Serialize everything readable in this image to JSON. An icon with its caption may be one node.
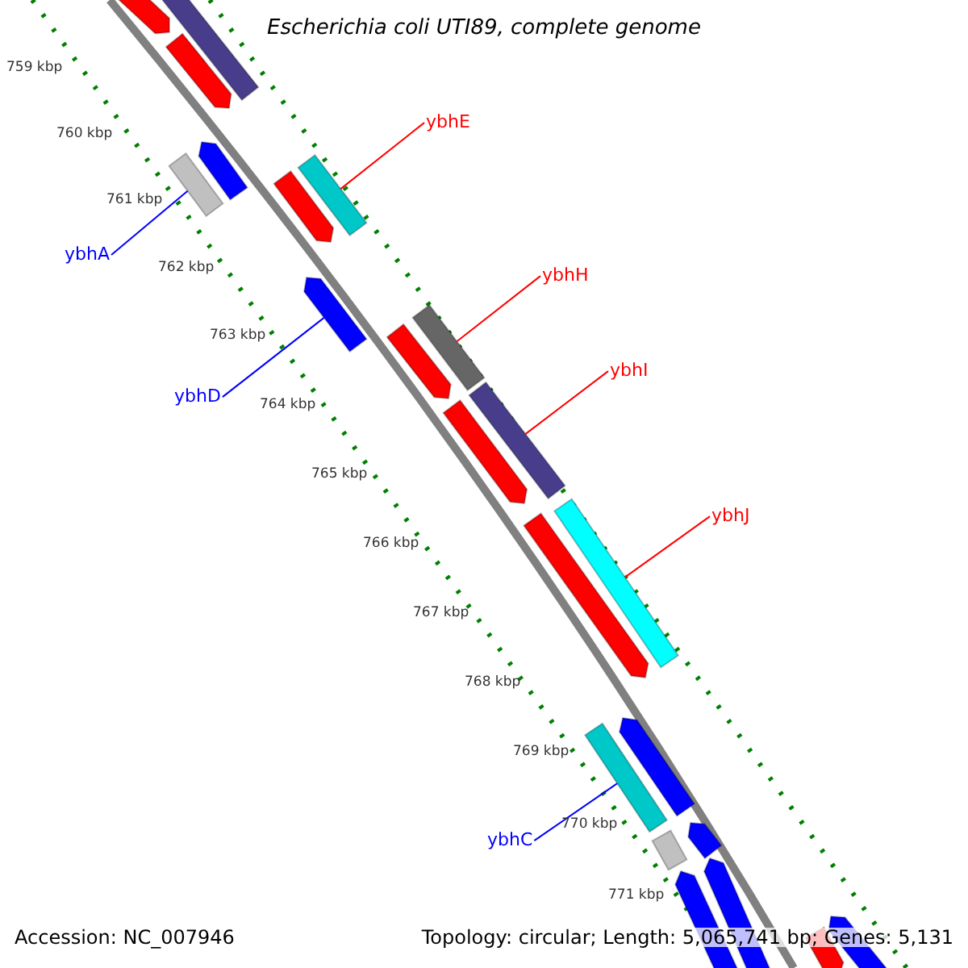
{
  "diagram": {
    "title": "Escherichia coli UTI89, complete genome",
    "nodes": [
      {
        "text": [
          "ybhE"
        ]
      },
      {
        "text": [
          "ybhA"
        ]
      },
      {
        "text": [
          "ybhH"
        ]
      },
      {
        "text": [
          "ybhI"
        ]
      },
      {
        "text": [
          "ybhD"
        ]
      },
      {
        "text": [
          "ybhJ"
        ]
      },
      {
        "text": [
          "ybhC"
        ]
      },
      {
        "text": [],
        "shape": "bar"
      },
      {
        "text": [],
        "shape": "bar"
      },
      {
        "text": [],
        "shape": "bar"
      },
      {
        "text": [],
        "shape": "bar"
      },
      {
        "text": [],
        "shape": "bar"
      },
      {
        "text": [],
        "shape": "bar"
      },
      {
        "text": [],
        "shape": "bar"
      },
      {
        "text": [],
        "shape": "bar"
      },
      {
        "text": [],
        "shape": "bar"
      },
      {
        "text": [],
        "shape": "bar"
      },
      {
        "text": [],
        "shape": "bar"
      },
      {
        "text": [],
        "shape": "bar"
      },
      {
        "text": [],
        "shape": "bar"
      },
      {
        "text": [],
        "shape": "bar"
      },
      {
        "text": [],
        "shape": "bar"
      },
      {
        "text": [],
        "shape": "bar"
      },
      {
        "text": [],
        "shape": "bar"
      },
      {
        "text": [],
        "shape": "bar"
      },
      {
        "text": [],
        "shape": "bar"
      },
      {
        "text": [],
        "shape": "bar"
      },
      {
        "text": [],
        "shape": "bar"
      },
      {
        "text": [],
        "shape": "bar"
      }
    ],
    "edges": [
      {
        "from": 0,
        "to": 12,
        "arrow": "none"
      },
      {
        "from": 1,
        "to": 11,
        "arrow": "none",
        "color": "#0000ff"
      },
      {
        "from": 2,
        "to": 15,
        "arrow": "none"
      },
      {
        "from": 3,
        "to": 17,
        "arrow": "none"
      },
      {
        "from": 4,
        "to": 14,
        "arrow": "none",
        "color": "#0000ff"
      },
      {
        "from": 5,
        "to": 19,
        "arrow": "none"
      },
      {
        "from": 6,
        "to": 22,
        "arrow": "none",
        "color": "#0000ff"
      }
    ],
    "labels": [
      "759 kbp",
      "760 kbp",
      "761 kbp",
      "762 kbp",
      "763 kbp",
      "764 kbp",
      "765 kbp",
      "766 kbp",
      "767 kbp",
      "768 kbp",
      "769 kbp",
      "770 kbp",
      "771 kbp",
      "Accession: NC_007946",
      "Topology: circular; Length: 5,065,741 bp; Genes: 5,131"
    ]
  }
}
